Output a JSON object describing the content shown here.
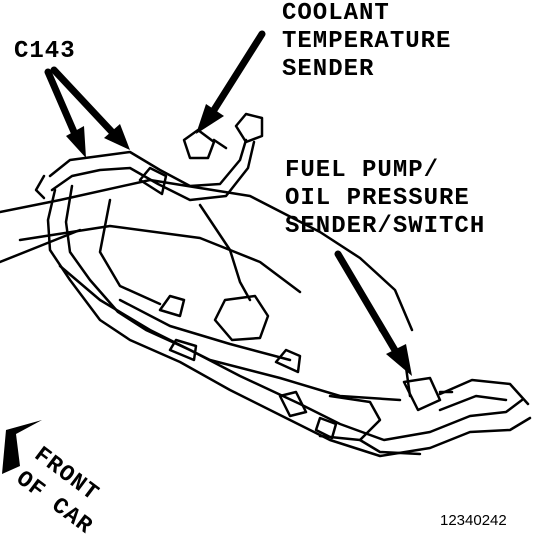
{
  "labels": {
    "c143": "C143",
    "coolant": [
      "COOLANT",
      "TEMPERATURE",
      "SENDER"
    ],
    "fuel": [
      "FUEL PUMP/",
      "OIL PRESSURE",
      "SENDER/SWITCH"
    ],
    "front": [
      "FRONT",
      "OF CAR"
    ],
    "part_number": "12340242"
  }
}
